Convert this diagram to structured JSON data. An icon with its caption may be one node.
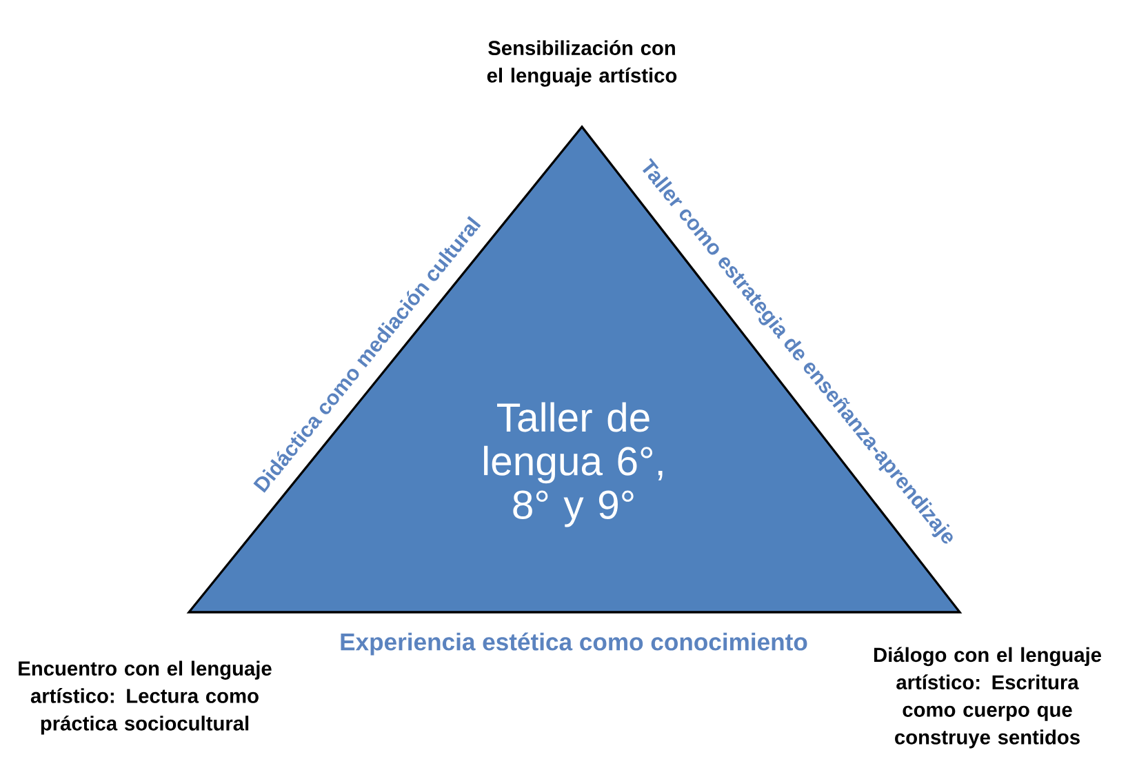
{
  "diagram": {
    "nodes": [
      {
        "text": [
          "Taller de lengua 6°, 8° y 9°"
        ]
      }
    ],
    "labels": [
      "Sensibilización con el lenguaje artístico",
      "Didáctica como mediación cultural",
      "Taller como estrategia de enseñanza-aprendizaje",
      "Experiencia estética como conocimiento",
      "Encuentro con el lenguaje artístico: Lectura como práctica sociocultural",
      "Diálogo con el lenguaje artístico: Escritura como cuerpo que construye sentidos"
    ]
  }
}
